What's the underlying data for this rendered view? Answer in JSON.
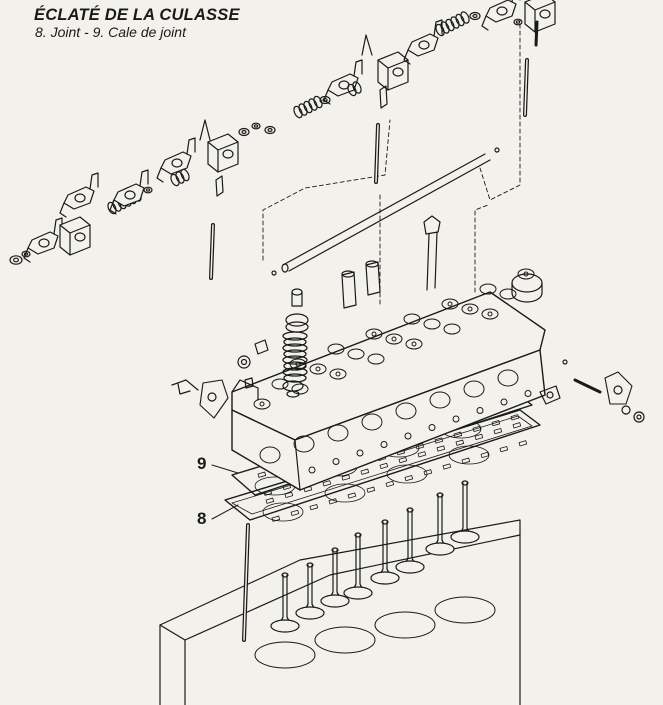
{
  "title": "ÉCLATÉ DE LA CULASSE",
  "subtitle": "8. Joint - 9. Cale de joint",
  "callouts": [
    {
      "number": "9",
      "part": "Cale de joint"
    },
    {
      "number": "8",
      "part": "Joint"
    }
  ],
  "colors": {
    "ink": "#1a1a1a",
    "paper": "#f3f1ec"
  }
}
